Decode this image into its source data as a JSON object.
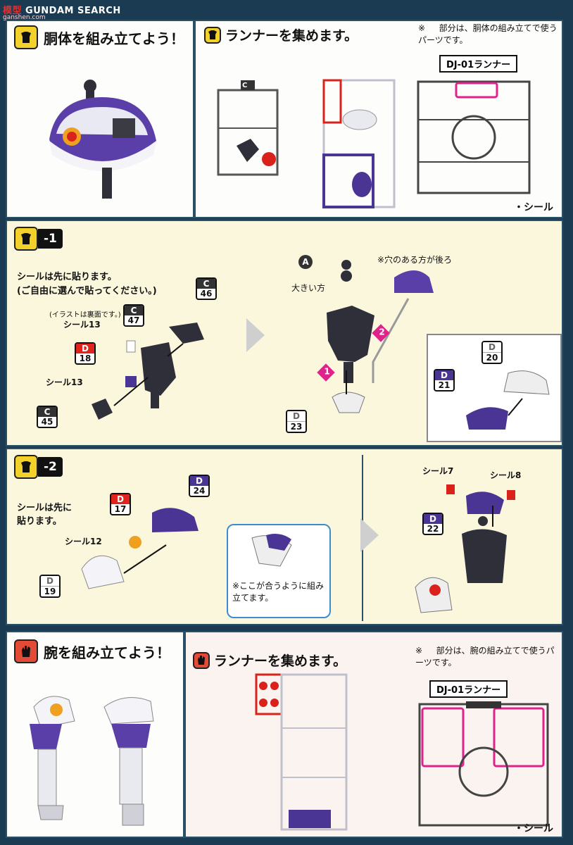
{
  "watermark": {
    "brand": "模型",
    "site": "GUNDAM SEARCH",
    "sub": "ganshen.com"
  },
  "section_body": {
    "title": "胴体を組み立てよう！",
    "runner_title": "ランナーを集めます。",
    "note": "※ 　 部分は、胴体の組み立てで使うパーツです。",
    "runner_label": "DJ-01ランナー",
    "runner_letter": "C",
    "seal": "・シール"
  },
  "step1": {
    "num": "-1",
    "notice1": "シールは先に貼ります。",
    "notice2": "(ご自由に選んで貼ってください。)",
    "illust_note": "(イラストは裏面です。)",
    "seal13a": "シール13",
    "seal13b": "シール13",
    "parts": [
      {
        "letter": "C",
        "num": "46"
      },
      {
        "letter": "C",
        "num": "47"
      },
      {
        "letter": "D",
        "num": "18"
      },
      {
        "letter": "C",
        "num": "45"
      },
      {
        "letter": "D",
        "num": "23"
      },
      {
        "letter": "D",
        "num": "20"
      },
      {
        "letter": "D",
        "num": "21"
      }
    ],
    "marker_a": "A",
    "big_side": "大きい方",
    "hole_note": "※穴のある方が後ろ",
    "order1": "1",
    "order2": "2"
  },
  "step2": {
    "num": "-2",
    "notice": "シールは先に貼ります。",
    "seal12": "シール12",
    "seal7": "シール7",
    "seal8": "シール8",
    "fit_note": "※ここが合うように組み立てます。",
    "parts": [
      {
        "letter": "D",
        "num": "24"
      },
      {
        "letter": "D",
        "num": "17"
      },
      {
        "letter": "D",
        "num": "19"
      },
      {
        "letter": "D",
        "num": "22"
      }
    ]
  },
  "section_arm": {
    "title": "腕を組み立てよう！",
    "runner_title": "ランナーを集めます。",
    "note": "※ 　 部分は、腕の組み立てで使うパーツです。",
    "runner_label": "DJ-01ランナー",
    "seal": "・シール"
  },
  "colors": {
    "purple": "#4b3594",
    "red": "#d9221b",
    "yellow": "#f2d12b",
    "pink": "#e0238c",
    "navy": "#1b3b52"
  }
}
